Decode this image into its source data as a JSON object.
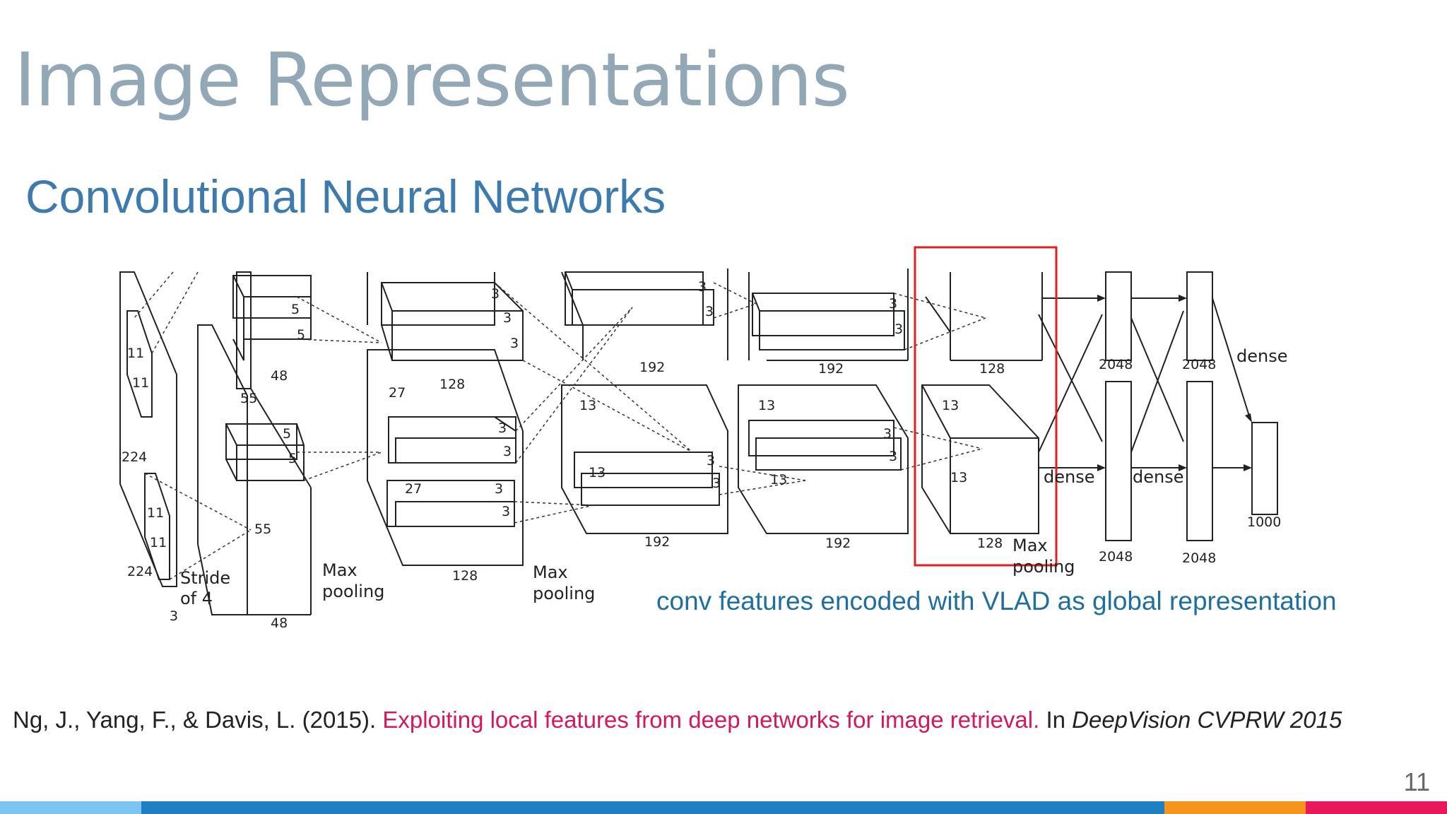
{
  "slide": {
    "title": "Image Representations",
    "subtitle": "Convolutional Neural Networks",
    "caption": "conv features encoded with VLAD as global representation",
    "citation": {
      "authors": "Ng, J., Yang, F., & Davis, L. (2015). ",
      "paper_title": "Exploiting local features from deep networks for image retrieval.",
      "in_text": " In ",
      "venue": "DeepVision CVPRW 2015"
    },
    "page_number": "11"
  },
  "colors": {
    "title": "#93a8b6",
    "subtitle": "#3d7aad",
    "caption": "#1e6fa0",
    "citation_link": "#d5175e",
    "highlight_box": "#e02020",
    "bar_segments": [
      "#7cc5f2",
      "#1f7fc3",
      "#f7941d",
      "#e8185a"
    ]
  },
  "diagram": {
    "input": {
      "size_a": "224",
      "size_b": "224",
      "channels": "3",
      "kernel_a": "11",
      "kernel_b": "11",
      "kernel_c": "11",
      "kernel_d": "11",
      "stride": "Stride",
      "stride_val": "of 4"
    },
    "conv1": {
      "d_top": "48",
      "d_bot": "48",
      "hw_top": "55",
      "hw_bot": "55",
      "k1": "5",
      "k2": "5",
      "k3": "5",
      "k4": "5"
    },
    "conv2": {
      "d_top": "128",
      "d_bot": "128",
      "hw_top": "27",
      "hw_bot": "27",
      "k": "3"
    },
    "conv3": {
      "d_top": "192",
      "d_bot": "192",
      "hw": "13",
      "k": "3"
    },
    "conv4": {
      "d_top": "192",
      "d_bot": "192",
      "hw": "13",
      "k": "3"
    },
    "conv5": {
      "d_top": "128",
      "d_bot": "128",
      "hw": "13"
    },
    "fc": {
      "fc6_top": "2048",
      "fc6_bot": "2048",
      "fc7_top": "2048",
      "fc7_bot": "2048",
      "out": "1000",
      "dense": "dense"
    },
    "pool_a": "Max",
    "pool_b": "pooling"
  }
}
